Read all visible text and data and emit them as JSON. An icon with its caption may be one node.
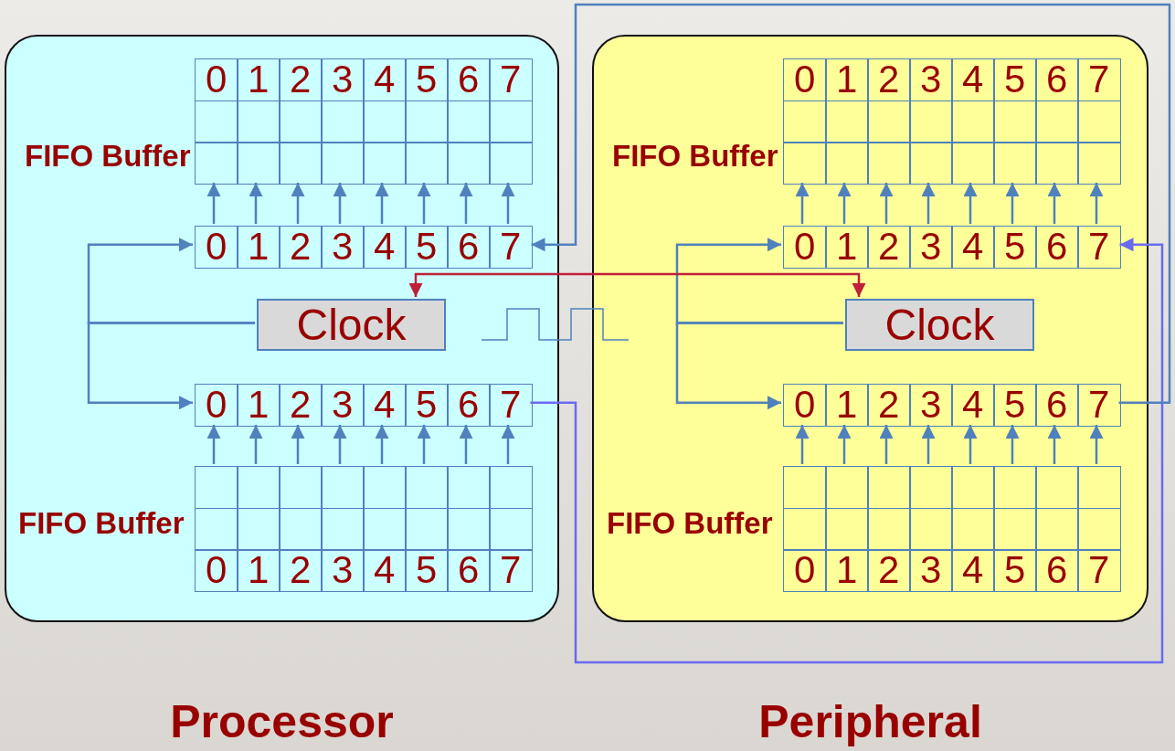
{
  "diagram": {
    "nodes": [
      {
        "text": [
          "Processor"
        ]
      },
      {
        "text": [
          "Peripheral"
        ]
      },
      {
        "text": [
          "0",
          "1",
          "2",
          "3",
          "4",
          "5",
          "6",
          "7",
          "FIFO Buffer"
        ],
        "in": 0
      },
      {
        "text": [
          "0",
          "1",
          "2",
          "3",
          "4",
          "5",
          "6",
          "7"
        ],
        "in": 0
      },
      {
        "text": [
          "Clock"
        ],
        "in": 0
      },
      {
        "text": [
          "0",
          "1",
          "2",
          "3",
          "4",
          "5",
          "6",
          "7"
        ],
        "in": 0
      },
      {
        "text": [
          "FIFO Buffer",
          "0",
          "1",
          "2",
          "3",
          "4",
          "5",
          "6",
          "7"
        ],
        "in": 0
      },
      {
        "text": [
          "0",
          "1",
          "2",
          "3",
          "4",
          "5",
          "6",
          "7",
          "FIFO Buffer"
        ],
        "in": 1
      },
      {
        "text": [
          "0",
          "1",
          "2",
          "3",
          "4",
          "5",
          "6",
          "7"
        ],
        "in": 1
      },
      {
        "text": [
          "Clock"
        ],
        "in": 1
      },
      {
        "text": [
          "0",
          "1",
          "2",
          "3",
          "4",
          "5",
          "6",
          "7"
        ],
        "in": 1
      },
      {
        "text": [
          "FIFO Buffer",
          "0",
          "1",
          "2",
          "3",
          "4",
          "5",
          "6",
          "7"
        ],
        "in": 1
      }
    ],
    "edges": [
      {
        "from": 3,
        "to": 2,
        "arrow": "to"
      },
      {
        "from": 3,
        "to": 2,
        "arrow": "to"
      },
      {
        "from": 3,
        "to": 2,
        "arrow": "to"
      },
      {
        "from": 3,
        "to": 2,
        "arrow": "to"
      },
      {
        "from": 3,
        "to": 2,
        "arrow": "to"
      },
      {
        "from": 3,
        "to": 2,
        "arrow": "to"
      },
      {
        "from": 3,
        "to": 2,
        "arrow": "to"
      },
      {
        "from": 3,
        "to": 2,
        "arrow": "to"
      },
      {
        "from": 6,
        "to": 5,
        "arrow": "to"
      },
      {
        "from": 6,
        "to": 5,
        "arrow": "to"
      },
      {
        "from": 6,
        "to": 5,
        "arrow": "to"
      },
      {
        "from": 6,
        "to": 5,
        "arrow": "to"
      },
      {
        "from": 6,
        "to": 5,
        "arrow": "to"
      },
      {
        "from": 6,
        "to": 5,
        "arrow": "to"
      },
      {
        "from": 6,
        "to": 5,
        "arrow": "to"
      },
      {
        "from": 6,
        "to": 5,
        "arrow": "to"
      },
      {
        "from": 4,
        "to": 3,
        "arrow": "to"
      },
      {
        "from": 4,
        "to": 5,
        "arrow": "to"
      },
      {
        "from": 8,
        "to": 7,
        "arrow": "to"
      },
      {
        "from": 8,
        "to": 7,
        "arrow": "to"
      },
      {
        "from": 8,
        "to": 7,
        "arrow": "to"
      },
      {
        "from": 8,
        "to": 7,
        "arrow": "to"
      },
      {
        "from": 8,
        "to": 7,
        "arrow": "to"
      },
      {
        "from": 8,
        "to": 7,
        "arrow": "to"
      },
      {
        "from": 8,
        "to": 7,
        "arrow": "to"
      },
      {
        "from": 8,
        "to": 7,
        "arrow": "to"
      },
      {
        "from": 11,
        "to": 10,
        "arrow": "to"
      },
      {
        "from": 11,
        "to": 10,
        "arrow": "to"
      },
      {
        "from": 11,
        "to": 10,
        "arrow": "to"
      },
      {
        "from": 11,
        "to": 10,
        "arrow": "to"
      },
      {
        "from": 11,
        "to": 10,
        "arrow": "to"
      },
      {
        "from": 11,
        "to": 10,
        "arrow": "to"
      },
      {
        "from": 11,
        "to": 10,
        "arrow": "to"
      },
      {
        "from": 11,
        "to": 10,
        "arrow": "to"
      },
      {
        "from": 9,
        "to": 8,
        "arrow": "to"
      },
      {
        "from": 9,
        "to": 10,
        "arrow": "to"
      },
      {
        "from": 4,
        "to": 9,
        "arrow": "both",
        "color": "#c0203a"
      },
      {
        "from": 5,
        "to": 8,
        "arrow": "to",
        "color": "#6a6af0"
      },
      {
        "from": 10,
        "to": 3,
        "arrow": "to"
      }
    ]
  }
}
